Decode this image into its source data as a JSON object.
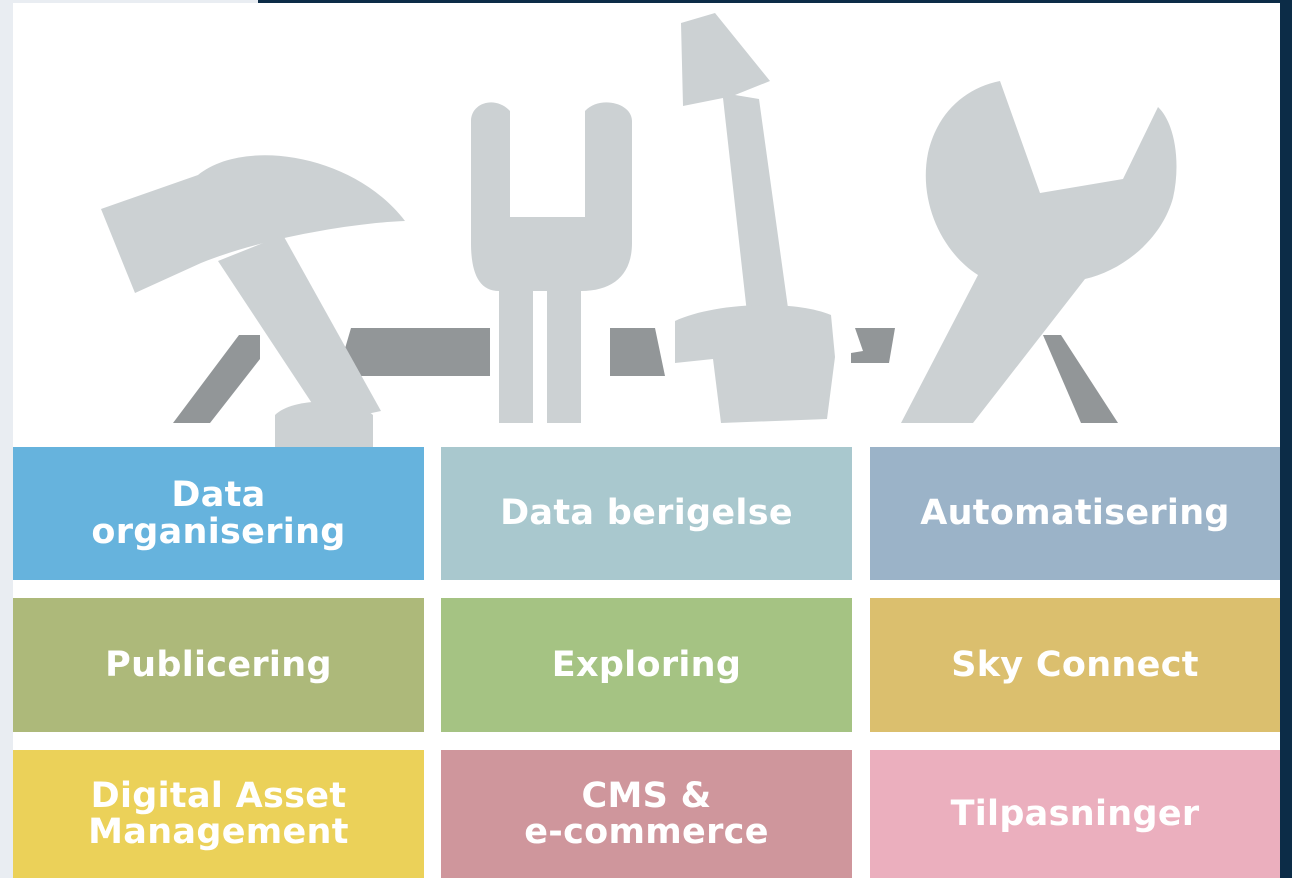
{
  "colors": {
    "page_bg": "#e9edf2",
    "navy": "#0c2c47",
    "panel": "#ffffff",
    "tool_light": "#ccd1d3",
    "tool_dark": "#929698"
  },
  "illustration": {
    "icons": [
      "hammer-icon",
      "fork-wrench-icon",
      "screwdriver-icon",
      "wrench-icon",
      "toolbox-icon"
    ]
  },
  "tiles": [
    {
      "label": "Data\norganisering",
      "color": "#66b3dd"
    },
    {
      "label": "Data berigelse",
      "color": "#a9c8ce"
    },
    {
      "label": "Automatisering",
      "color": "#9bb3c8"
    },
    {
      "label": "Publicering",
      "color": "#adb97a"
    },
    {
      "label": "Exploring",
      "color": "#a5c383"
    },
    {
      "label": "Sky Connect",
      "color": "#dbbf6e"
    },
    {
      "label": "Digital Asset\nManagement",
      "color": "#ebd159"
    },
    {
      "label": "CMS &\ne-commerce",
      "color": "#cf969c"
    },
    {
      "label": "Tilpasninger",
      "color": "#ebafbe"
    }
  ]
}
